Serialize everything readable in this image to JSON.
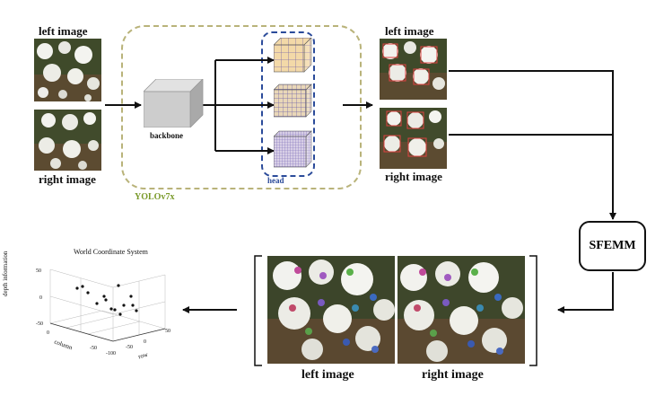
{
  "labels": {
    "left_image_top": "left image",
    "right_image_top": "right image",
    "backbone": "backbone",
    "head": "head",
    "yolo": "YOLOv7x",
    "left_image_det": "left image",
    "right_image_det": "right image",
    "sfemm": "SFEMM",
    "left_image_bottom": "left image",
    "right_image_bottom": "right image"
  },
  "plot": {
    "title": "World Coordinate System",
    "zlabel": "depth information",
    "xlabel": "column",
    "ylabel": "row",
    "z_ticks": [
      "50",
      "0",
      "-50"
    ],
    "col_ticks": [
      "0",
      "-50"
    ],
    "row_ticks": [
      "-100",
      "-50",
      "0",
      "50"
    ],
    "points": 14
  },
  "colors": {
    "yolo_border": "#b9b37a",
    "head_border": "#2b4b9a",
    "yolo_text": "#7a9a2a",
    "head_text": "#2b4b9a"
  }
}
